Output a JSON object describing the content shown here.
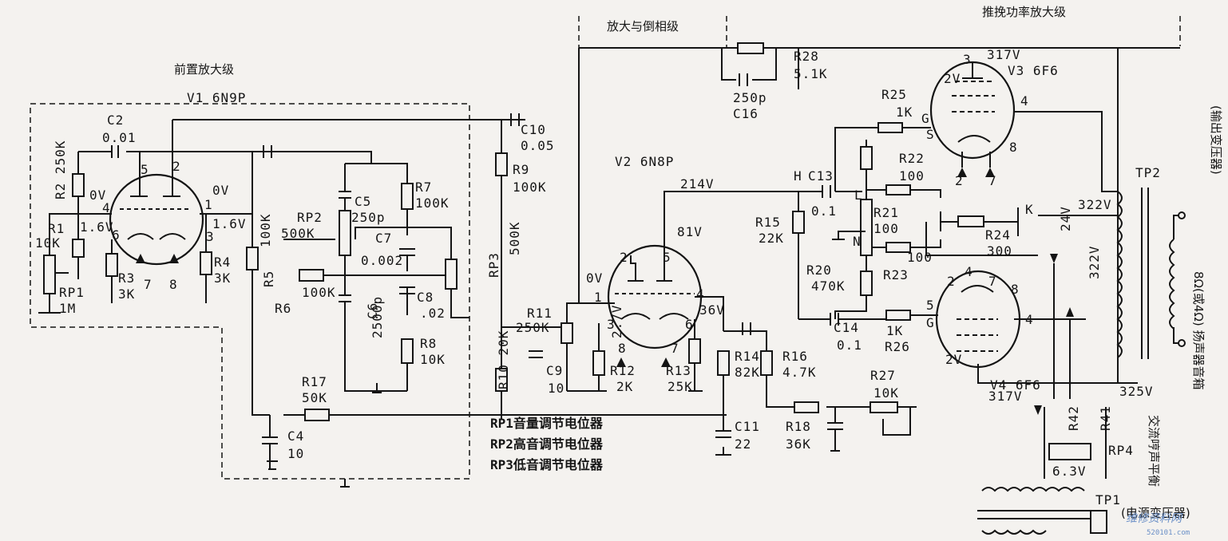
{
  "sections": {
    "preamp": "前置放大级",
    "tone_stage": "放大与倒相级",
    "power_stage": "推挽功率放大级"
  },
  "tubes": {
    "v1": "V1 6N9P",
    "v2": "V2 6N8P",
    "v3": "V3 6F6",
    "v4": "V4 6F6"
  },
  "components": {
    "c2": "C2",
    "c2_val": "0.01",
    "r2": "R2",
    "r2_val": "250K",
    "r1": "R1",
    "r1_val": "10K",
    "rp1": "RP1",
    "rp1_val": "1M",
    "r3": "R3",
    "r3_val": "3K",
    "r4": "R4",
    "r4_val": "3K",
    "r5": "R5",
    "r5_val": "100K",
    "rp2": "RP2",
    "rp2_val": "500K",
    "c5": "C5",
    "c5_val": "250p",
    "r7": "R7",
    "r7_val": "100K",
    "c7": "C7",
    "c7_val": "0.002",
    "r6": "R6",
    "r6_val": "100K",
    "c6": "C6",
    "c6_val": "2500p",
    "c8": "C8",
    "c8_val": ".02",
    "r8": "R8",
    "r8_val": "10K",
    "rp3": "RP3",
    "rp3_val": "500K",
    "r17": "R17",
    "r17_val": "50K",
    "c4": "C4",
    "c4_val": "10",
    "c10": "C10",
    "c10_val": "0.05",
    "r9": "R9",
    "r9_val": "100K",
    "r10": "R10",
    "r10_val": "20K",
    "r11": "R11",
    "r11_val": "250K",
    "c9": "C9",
    "c9_val": "10",
    "r12": "R12",
    "r12_val": "2K",
    "r13": "R13",
    "r13_val": "25K",
    "r28": "R28",
    "r28_val": "5.1K",
    "c16": "C16",
    "c16_val": "250p",
    "c13": "C13",
    "c13_val": "0.1",
    "r15": "R15",
    "r15_val": "22K",
    "r20": "R20",
    "r20_val": "470K",
    "c14": "C14",
    "c14_val": "0.1",
    "r14": "R14",
    "r14_val": "82K",
    "r16": "R16",
    "r16_val": "4.7K",
    "c11": "C11",
    "c11_val": "22",
    "r18": "R18",
    "r18_val": "36K",
    "r27": "R27",
    "r27_val": "10K",
    "r25": "R25",
    "r25_val": "1K",
    "r22": "R22",
    "r22_val": "100",
    "r21": "R21",
    "r21_val": "100",
    "r23": "R23",
    "r23_val": "100",
    "r24": "R24",
    "r24_val": "300",
    "r26": "R26",
    "r26_val": "1K",
    "r42": "R42",
    "r41": "R41",
    "rp4": "RP4",
    "tp2": "TP2",
    "tp1": "TP1"
  },
  "voltages": {
    "v1_grid": "0V",
    "v1_cath": "1.6V",
    "v1_out_grid": "0V",
    "v1_out_cath": "1.6V",
    "v2_anode": "214V",
    "v2_anode2": "81V",
    "v2_grid": "0V",
    "v2_cath": "2.7V",
    "v2_cath2": "36V",
    "v3_anode": "317V",
    "v3_heater": "2V",
    "tp2_center": "322V",
    "k_voltage": "24V",
    "screen": "322V",
    "v4_heater": "2V",
    "v4_anode": "317V",
    "supply": "325V",
    "heater_ac": "6.3V"
  },
  "pins": [
    "5",
    "2",
    "4",
    "6",
    "7",
    "8",
    "1",
    "3",
    "2",
    "5",
    "1",
    "4",
    "3",
    "6",
    "8",
    "7",
    "3",
    "4",
    "5",
    "8",
    "2",
    "7",
    "2",
    "4",
    "7",
    "8",
    "5",
    "4",
    "2",
    "7"
  ],
  "nodes": {
    "h": "H",
    "l": "L",
    "n": "N",
    "k": "K",
    "g": "G",
    "s": "S"
  },
  "legend": {
    "rp1": "RP1音量调节电位器",
    "rp2": "RP2高音调节电位器",
    "rp3": "RP3低音调节电位器"
  },
  "notes": {
    "output_transformer": "(输出变压器)",
    "speaker": "8Ω(或4Ω) 扬声器音箱",
    "power_transformer": "(电源变压器)",
    "hum_balance": "交流哼声平衡"
  },
  "watermark": {
    "text": "维修资料网",
    "url": "520101.com"
  }
}
